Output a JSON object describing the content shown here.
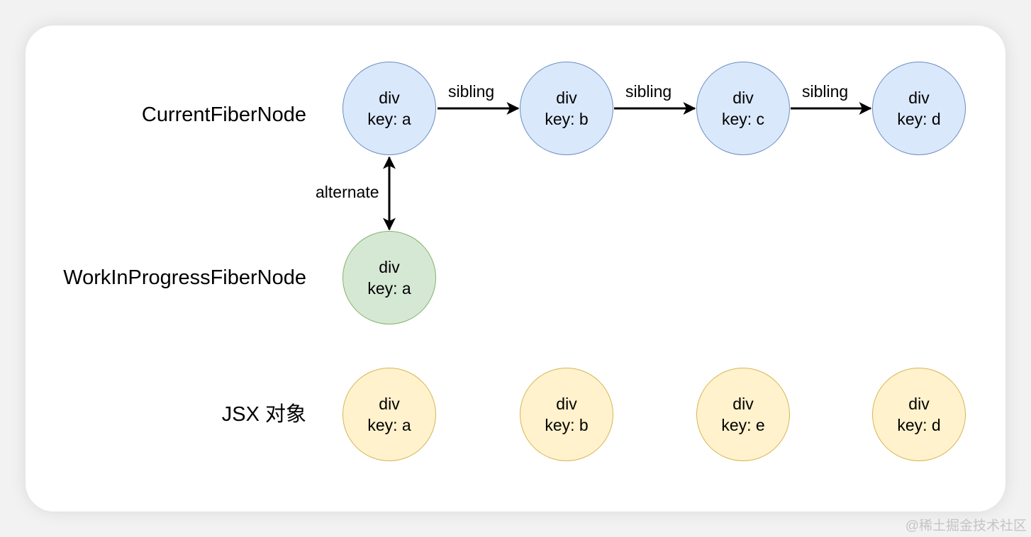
{
  "rows": {
    "current": {
      "label": "CurrentFiberNode"
    },
    "wip": {
      "label": "WorkInProgressFiberNode"
    },
    "jsx": {
      "label": "JSX 对象"
    }
  },
  "nodes": {
    "current": [
      {
        "type": "div",
        "key": "key: a"
      },
      {
        "type": "div",
        "key": "key: b"
      },
      {
        "type": "div",
        "key": "key: c"
      },
      {
        "type": "div",
        "key": "key: d"
      }
    ],
    "wip": [
      {
        "type": "div",
        "key": "key: a"
      }
    ],
    "jsx": [
      {
        "type": "div",
        "key": "key: a"
      },
      {
        "type": "div",
        "key": "key: b"
      },
      {
        "type": "div",
        "key": "key: e"
      },
      {
        "type": "div",
        "key": "key: d"
      }
    ]
  },
  "edges": {
    "sibling_labels": [
      "sibling",
      "sibling",
      "sibling"
    ],
    "alternate_label": "alternate"
  },
  "colors": {
    "current_fill": "#dae8fc",
    "current_stroke": "#6c8ebf",
    "wip_fill": "#d5e8d4",
    "wip_stroke": "#82b366",
    "jsx_fill": "#fff2cc",
    "jsx_stroke": "#d6b656"
  },
  "watermark": "@稀土掘金技术社区"
}
